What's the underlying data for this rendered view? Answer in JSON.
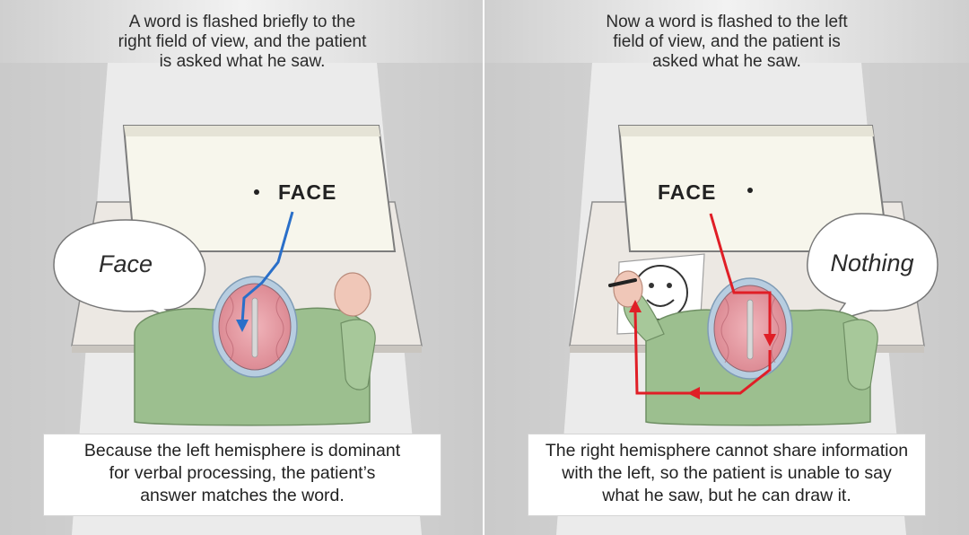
{
  "panels": [
    {
      "instruction": "A word is flashed briefly to the\nright field of view, and the patient\nis asked what he saw.",
      "screen_word": "FACE",
      "speech": "Face",
      "caption": "Because the left hemisphere is dominant\nfor verbal processing, the patient’s\nanswer matches the word.",
      "arrow_color": "#2a6fc9"
    },
    {
      "instruction": "Now a word is flashed to the left\nfield of view, and the patient is\nasked what he saw.",
      "screen_word": "FACE",
      "speech": "Nothing",
      "caption": "The right hemisphere cannot share information\nwith the left, so the patient is unable to say\nwhat he saw, but he can draw it.",
      "arrow_color": "#e01e26"
    }
  ],
  "colors": {
    "sweater": "#9cbf8f",
    "brain_pink": "#e8a0a8",
    "head_ring": "#a9c3d6"
  }
}
